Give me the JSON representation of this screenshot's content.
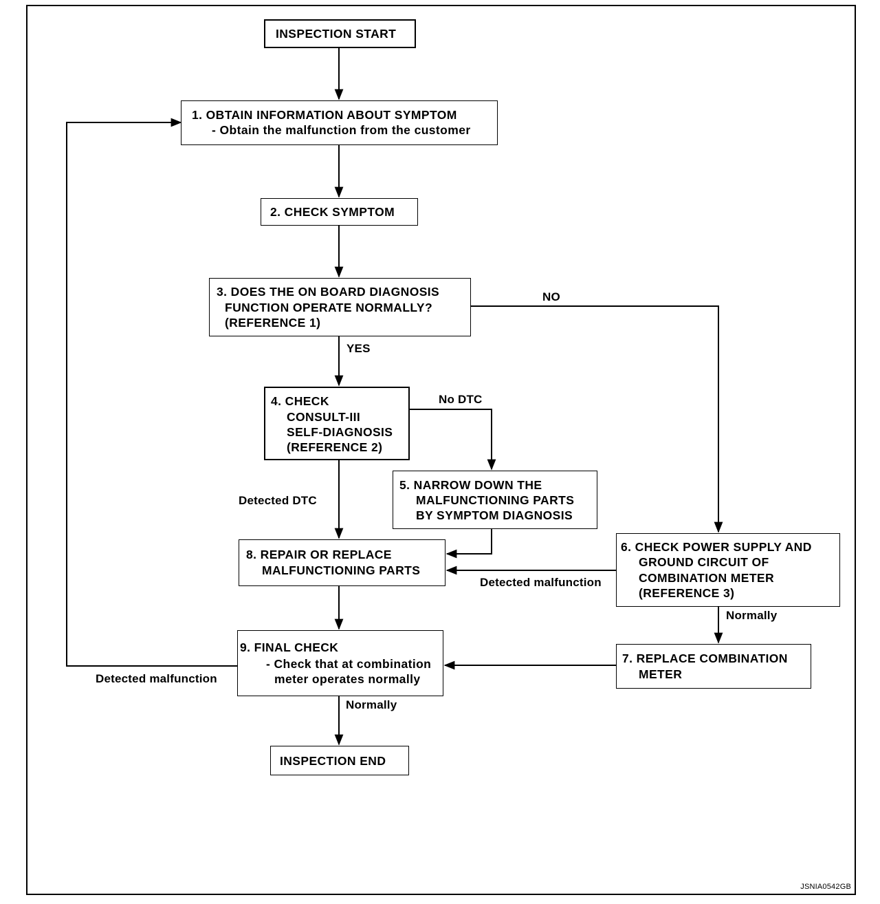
{
  "flowchart": {
    "start": "INSPECTION START",
    "step1": {
      "title": "1. OBTAIN INFORMATION ABOUT SYMPTOM",
      "sub": "- Obtain the malfunction from the customer"
    },
    "step2": {
      "title": "2. CHECK SYMPTOM"
    },
    "step3": {
      "line1": "3. DOES THE ON BOARD DIAGNOSIS",
      "line2": "FUNCTION OPERATE NORMALLY?",
      "line3": "(REFERENCE 1)"
    },
    "step4": {
      "line1": "4. CHECK",
      "line2": "CONSULT-III",
      "line3": "SELF-DIAGNOSIS",
      "line4": "(REFERENCE 2)"
    },
    "step5": {
      "line1": "5. NARROW DOWN THE",
      "line2": "MALFUNCTIONING PARTS",
      "line3": "BY SYMPTOM DIAGNOSIS"
    },
    "step6": {
      "line1": "6. CHECK POWER SUPPLY AND",
      "line2": "GROUND CIRCUIT OF",
      "line3": "COMBINATION METER",
      "line4": "(REFERENCE 3)"
    },
    "step7": {
      "line1": "7. REPLACE COMBINATION",
      "line2": "METER"
    },
    "step8": {
      "line1": "8. REPAIR OR REPLACE",
      "line2": "MALFUNCTIONING PARTS"
    },
    "step9": {
      "line1": "9. FINAL CHECK",
      "line2": "- Check that at combination",
      "line3": "meter operates normally"
    },
    "end": "INSPECTION END",
    "labels": {
      "no": "NO",
      "yes": "YES",
      "no_dtc": "No DTC",
      "detected_dtc": "Detected DTC",
      "detected_malfunction_6": "Detected malfunction",
      "normally_6": "Normally",
      "detected_malfunction_9": "Detected malfunction",
      "normally_9": "Normally"
    },
    "figure_code": "JSNIA0542GB"
  }
}
